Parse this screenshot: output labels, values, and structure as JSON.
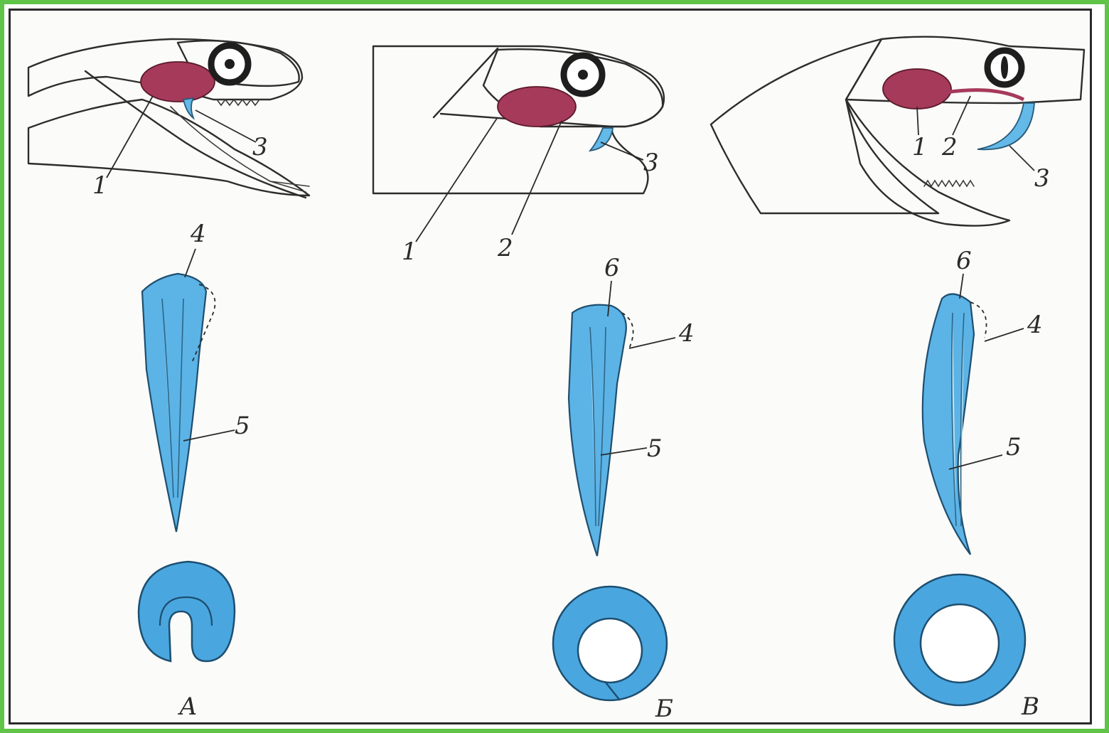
{
  "figure": {
    "panels": [
      {
        "id": "A",
        "letter": "А",
        "head_labels": [
          "1",
          "3"
        ],
        "tooth_labels": [
          "4",
          "5"
        ]
      },
      {
        "id": "B",
        "letter": "Б",
        "head_labels": [
          "1",
          "2",
          "3"
        ],
        "tooth_labels": [
          "6",
          "4",
          "5"
        ]
      },
      {
        "id": "C",
        "letter": "В",
        "head_labels": [
          "1",
          "2",
          "3"
        ],
        "tooth_labels": [
          "6",
          "4",
          "5"
        ]
      }
    ]
  },
  "colors": {
    "frame": "#5fc448",
    "gland": "#a63a5a",
    "fang": "#5cb3e6",
    "ink": "#2d2d2d"
  }
}
